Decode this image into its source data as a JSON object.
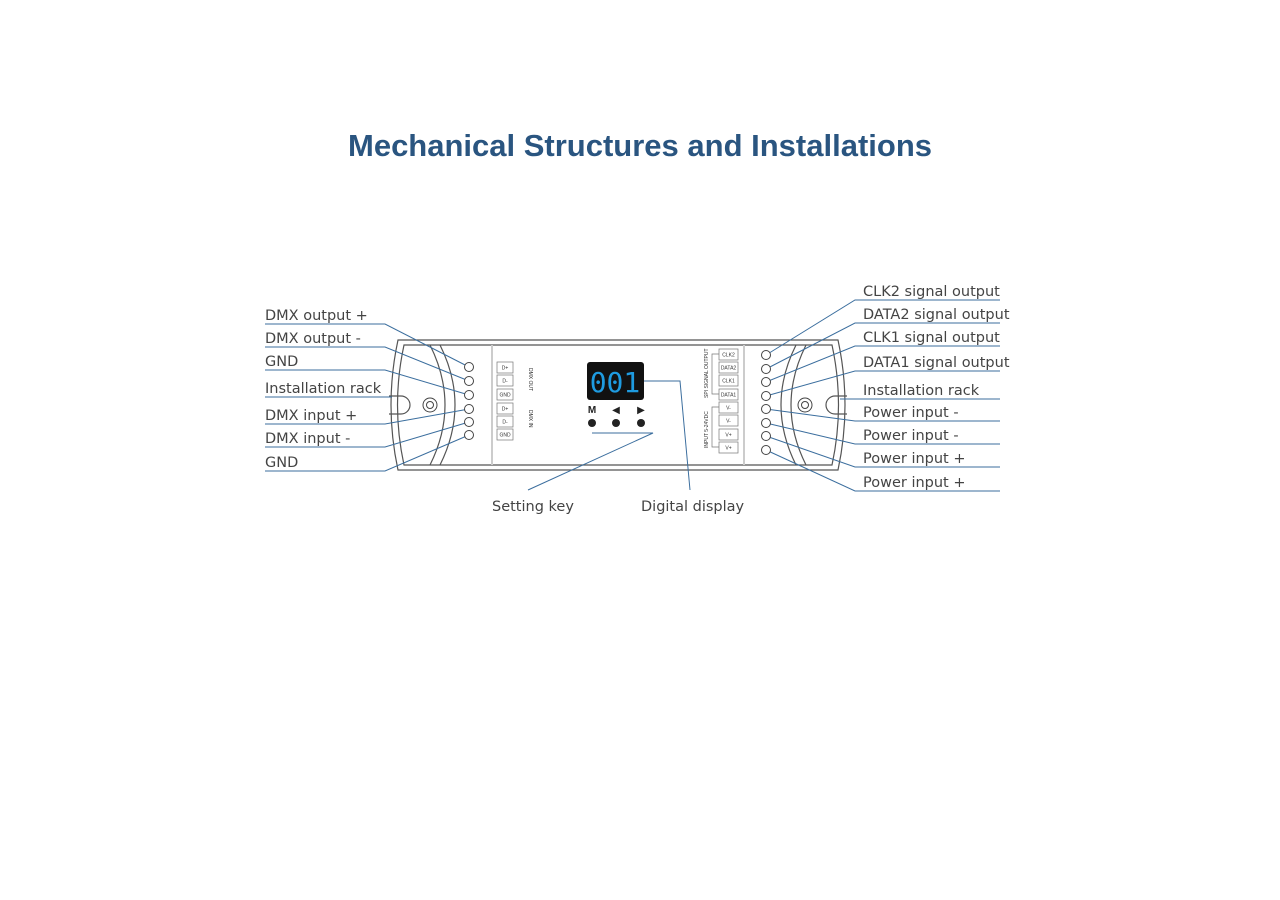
{
  "title": "Mechanical Structures and Installations",
  "display": {
    "value": "001",
    "color": "#1e9be0"
  },
  "keys": [
    "M",
    "◀",
    "▶"
  ],
  "left_labels": [
    "DMX output +",
    "DMX output -",
    "GND",
    "Installation rack",
    "DMX input +",
    "DMX input -",
    "GND"
  ],
  "right_labels": [
    "CLK2 signal output",
    "DATA2 signal output",
    "CLK1 signal output",
    "DATA1 signal output",
    "Installation rack",
    "Power input -",
    "Power input -",
    "Power input +",
    "Power input +"
  ],
  "bottom_labels": {
    "setting_key": "Setting key",
    "digital_display": "Digital display"
  },
  "left_terminal_tags": [
    "D+",
    "D-",
    "GND",
    "D+",
    "D-",
    "GND"
  ],
  "left_group_labels": [
    "DMX OUT",
    "DMX IN"
  ],
  "right_terminal_tags": [
    "CLK2",
    "DATA2",
    "CLK1",
    "DATA1",
    "V-",
    "V-",
    "V+",
    "V+"
  ],
  "right_group_labels": [
    "SPI SIGNAL OUTPUT",
    "INPUT 5-24VDC"
  ],
  "colors": {
    "title": "#2a5580",
    "leader": "#3b6e9e"
  }
}
